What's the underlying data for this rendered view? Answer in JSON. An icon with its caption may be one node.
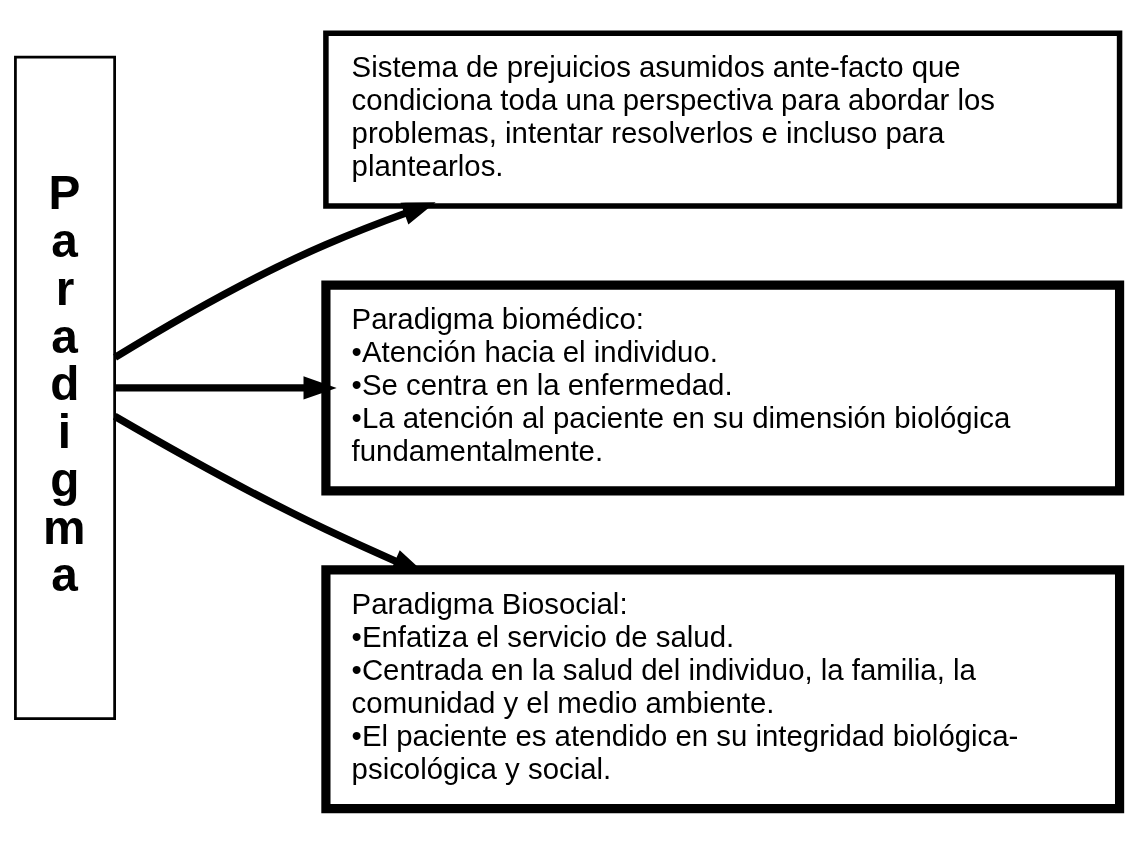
{
  "diagram": {
    "nodes": [
      {
        "text": [
          "Paradigma"
        ]
      },
      {
        "text": [
          "Sistema de prejuicios asumidos ante-facto que condiciona toda una perspectiva para abordar los problemas, intentar resolverlos e incluso para plantearlos."
        ]
      },
      {
        "text": [
          "Paradigma biomédico:",
          "•Atención hacia el individuo.",
          "•Se centra en la enfermedad.",
          "•La atención al paciente en su dimensión biológica fundamentalmente."
        ]
      },
      {
        "text": [
          "Paradigma Biosocial:",
          "•Enfatiza el servicio de salud.",
          "•Centrada en la salud del individuo, la familia, la comunidad y el medio ambiente.",
          "•El paciente es atendido en su integridad biológica-psicológica y social."
        ]
      }
    ],
    "edges": [
      {
        "from": 0,
        "to": 1,
        "arrow": "to"
      },
      {
        "from": 0,
        "to": 2,
        "arrow": "to"
      },
      {
        "from": 0,
        "to": 3,
        "arrow": "to"
      }
    ]
  }
}
